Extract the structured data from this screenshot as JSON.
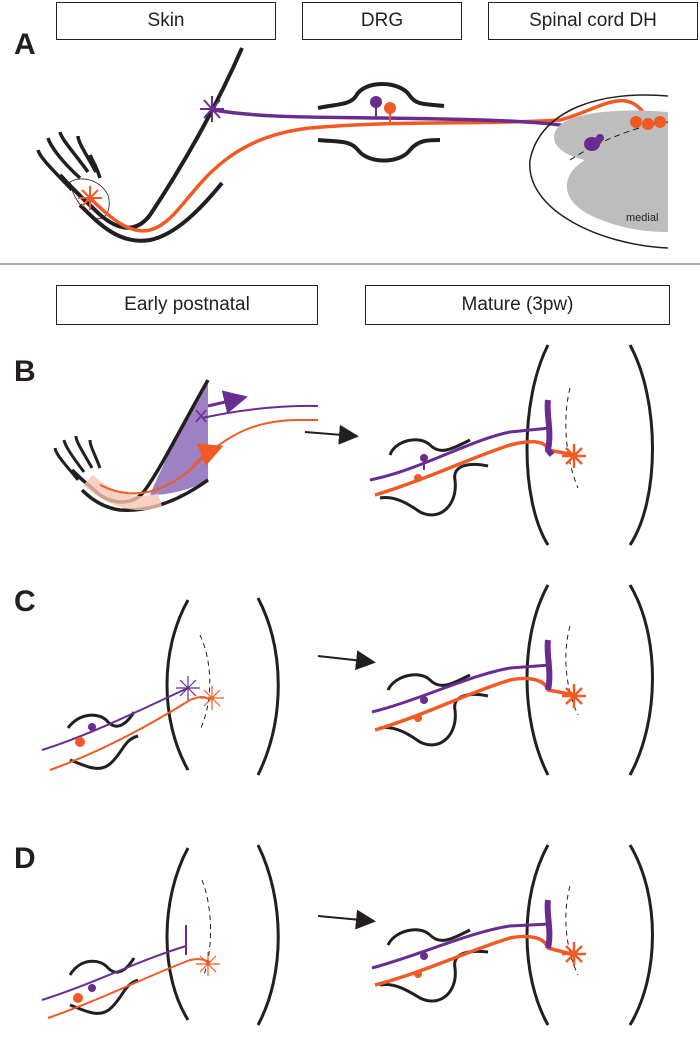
{
  "panel_a": {
    "letter": "A",
    "headers": [
      "Skin",
      "DRG",
      "Spinal cord DH"
    ],
    "medial_label": "medial"
  },
  "column_headers": [
    "Early postnatal",
    "Mature (3pw)"
  ],
  "panels": [
    {
      "letter": "B"
    },
    {
      "letter": "C"
    },
    {
      "letter": "D"
    }
  ],
  "colors": {
    "purple": "#6a2c91",
    "orange": "#f15a24",
    "outline": "#231f20",
    "gray_matter": "#bdbdbd",
    "skin_tint": "#f7c6b0",
    "purple_tint": "#8c6bb8"
  }
}
